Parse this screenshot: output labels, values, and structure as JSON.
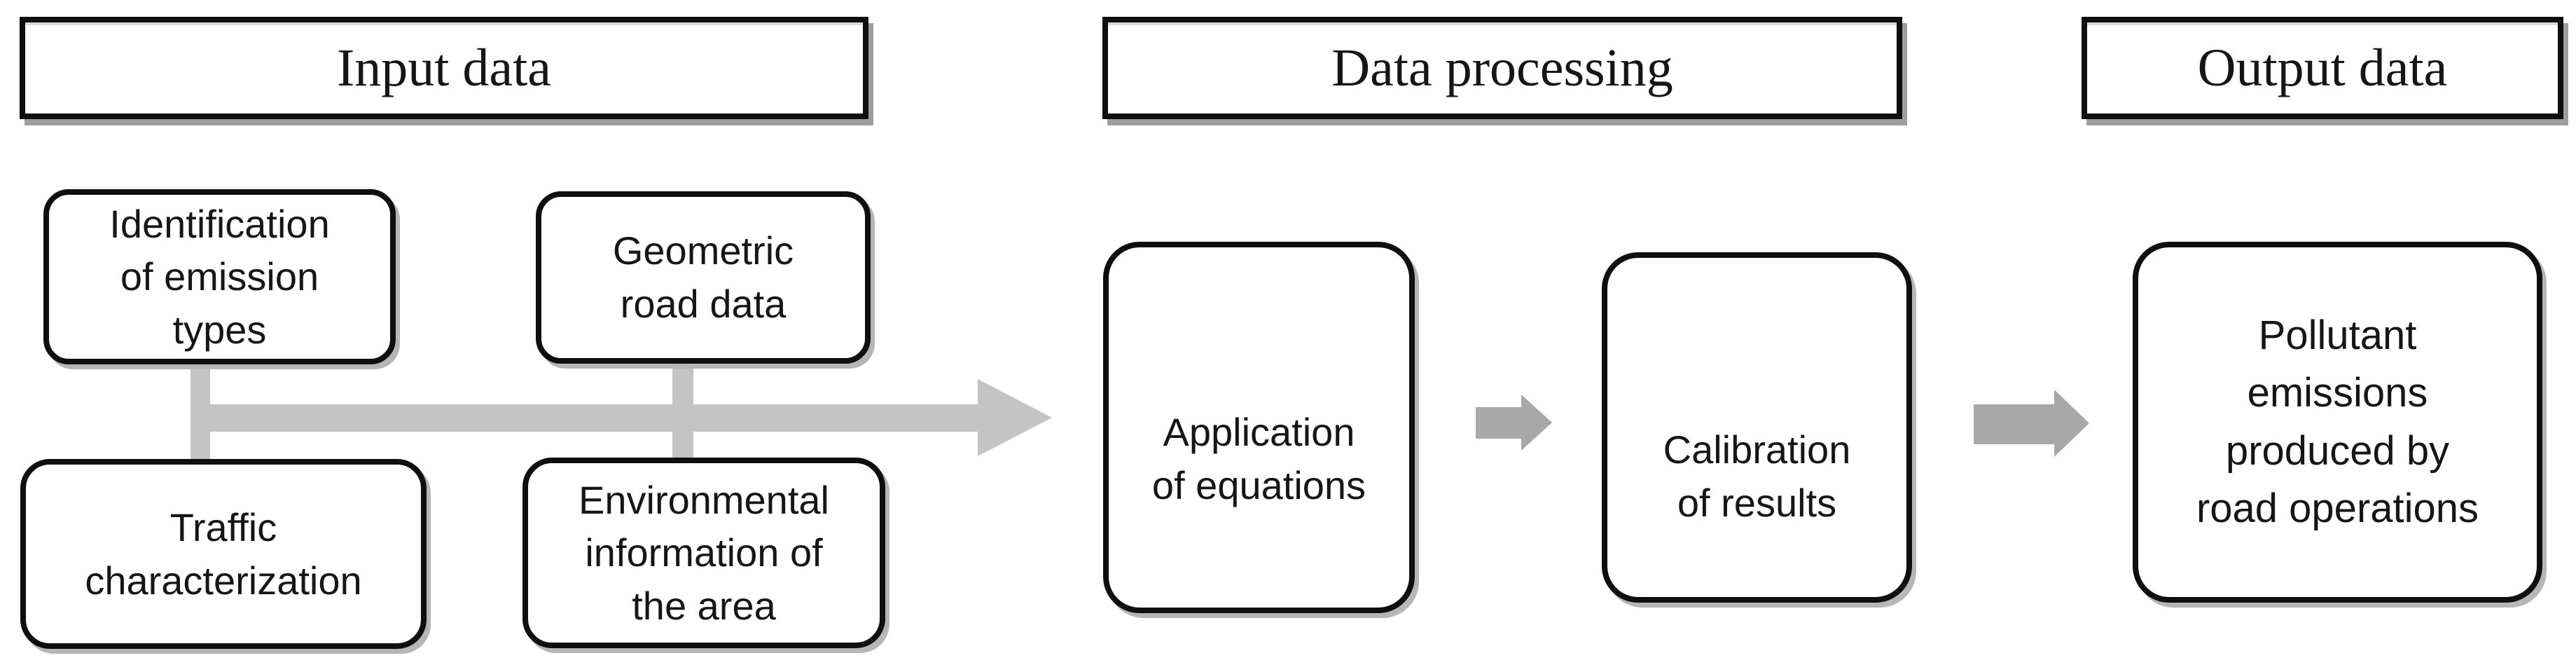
{
  "colors": {
    "background": "#ffffff",
    "border_black": "#0f0f0f",
    "text_black": "#161616",
    "connector_gray": "#c4c4c4",
    "arrow_gray": "#a8a8a8",
    "shadow_gray": "#9e9e9e",
    "box_fill": "#ffffff"
  },
  "headers": [
    {
      "label": "Input data"
    },
    {
      "label": "Data processing"
    },
    {
      "label": "Output data"
    }
  ],
  "nodes": [
    {
      "label": "Identification\nof emission\ntypes"
    },
    {
      "label": "Geometric\nroad data"
    },
    {
      "label": "Traffic\ncharacterization"
    },
    {
      "label": "Environmental\ninformation of\nthe area"
    },
    {
      "label": "Application\nof equations"
    },
    {
      "label": "Calibration\nof results"
    },
    {
      "label": "Pollutant\nemissions\nproduced by\nroad operations"
    }
  ]
}
